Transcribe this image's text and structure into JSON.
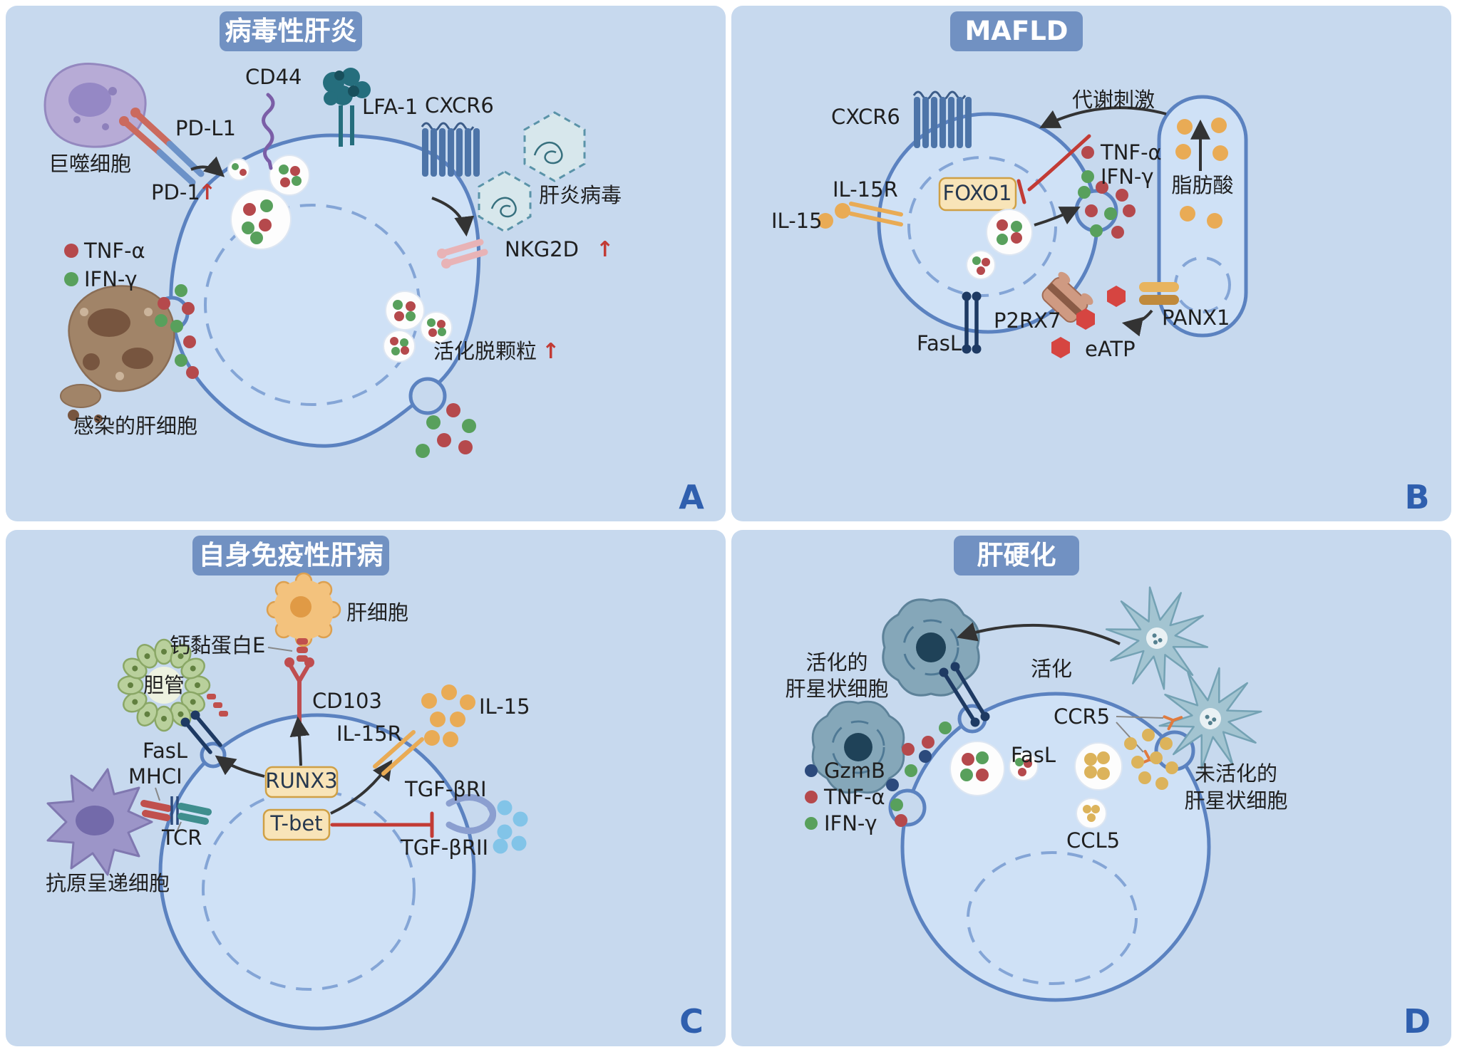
{
  "shared": {
    "up_arrow": "↑"
  },
  "colors": {
    "panel_bg": "#c7d9ee",
    "badge_bg": "#7191c2",
    "cell_fill": "#cfe1f6",
    "cell_border": "#5b82c0",
    "red_dot": "#b5494c",
    "green_dot": "#58a05c",
    "orange_dot": "#e9ab55",
    "navy_dot": "#2c4a7c",
    "blue_dot": "#82c4e8",
    "yellow_dot": "#dcb35b",
    "letter": "#2f5fae",
    "inhibit_red": "#c23b35",
    "gene_box": "#f8e4b8"
  },
  "panels": {
    "a": {
      "title": "病毒性肝炎",
      "letter": "A",
      "labels": {
        "macrophage": "巨噬细胞",
        "pdl1": "PD-L1",
        "pd1": "PD-1",
        "cd44": "CD44",
        "lfa1": "LFA-1",
        "cxcr6": "CXCR6",
        "virus": "肝炎病毒",
        "nkg2d": "NKG2D",
        "tnfa": "TNF-α",
        "ifng": "IFN-γ",
        "infected": "感染的肝细胞",
        "degranulation": "活化脱颗粒"
      }
    },
    "b": {
      "title": "MAFLD",
      "letter": "B",
      "labels": {
        "cxcr6": "CXCR6",
        "metabolic": "代谢刺激",
        "foxo1": "FOXO1",
        "il15r": "IL-15R",
        "il15": "IL-15",
        "tnfa": "TNF-α",
        "ifng": "IFN-γ",
        "fatty": "脂肪酸",
        "p2rx7": "P2RX7",
        "panx1": "PANX1",
        "eatp": "eATP",
        "fasl": "FasL"
      }
    },
    "c": {
      "title": "自身免疫性肝病",
      "letter": "C",
      "labels": {
        "hepatocyte": "肝细胞",
        "cadherin": "钙黏蛋白E",
        "duct": "胆管",
        "cd103": "CD103",
        "fasl": "FasL",
        "mhci": "MHCI",
        "tcr": "TCR",
        "apc": "抗原呈递细胞",
        "runx3": "RUNX3",
        "tbet": "T-bet",
        "il15r": "IL-15R",
        "il15": "IL-15",
        "tgfbr1": "TGF-βRI",
        "tgfbr2": "TGF-βRII"
      }
    },
    "d": {
      "title": "肝硬化",
      "letter": "D",
      "labels": {
        "hsc_a1": "活化的",
        "hsc_a2": "肝星状细胞",
        "activation": "活化",
        "ccr5": "CCR5",
        "fasl": "FasL",
        "gzmb": "GzmB",
        "tnfa": "TNF-α",
        "ifng": "IFN-γ",
        "ccl5": "CCL5",
        "hsc_i1": "未活化的",
        "hsc_i2": "肝星状细胞"
      }
    }
  }
}
